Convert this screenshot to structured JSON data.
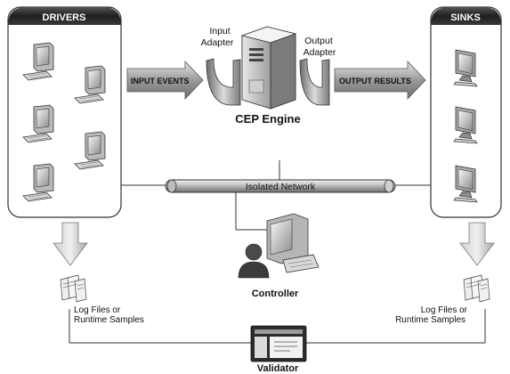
{
  "drivers": {
    "title": "DRIVERS"
  },
  "sinks": {
    "title": "SINKS"
  },
  "arrows": {
    "input_events": "INPUT EVENTS",
    "output_results": "OUTPUT RESULTS"
  },
  "adapters": {
    "input_line1": "Input",
    "input_line2": "Adapter",
    "output_line1": "Output",
    "output_line2": "Adapter"
  },
  "engine": {
    "label": "CEP Engine"
  },
  "network": {
    "label": "Isolated Network"
  },
  "controller": {
    "label": "Controller"
  },
  "validator": {
    "label": "Validator"
  },
  "logs": {
    "left_line1": "Log Files or",
    "left_line2": "Runtime Samples",
    "right_line1": "Log Files or",
    "right_line2": "Runtime Samples"
  },
  "colors": {
    "header_dark": "#2a2a2a",
    "arrow_gray": "#9a9a9a",
    "line": "#333333"
  }
}
